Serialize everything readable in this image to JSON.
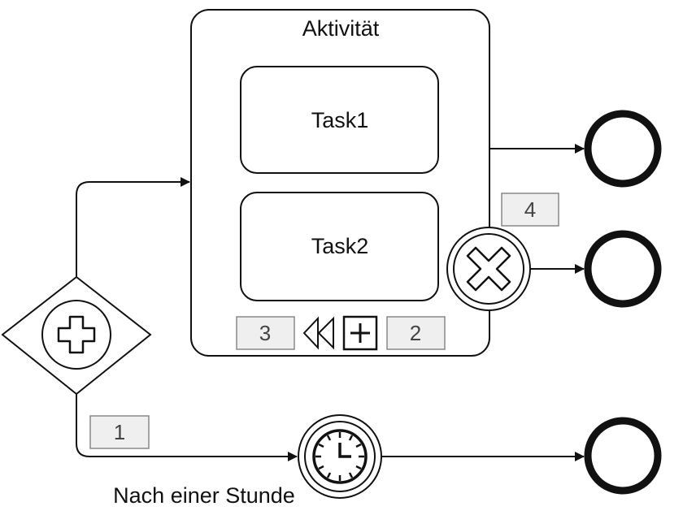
{
  "diagram": {
    "subprocess": {
      "title": "Aktivität"
    },
    "tasks": [
      {
        "label": "Task1"
      },
      {
        "label": "Task2"
      }
    ],
    "markers": {
      "loop_count": "3",
      "instance_count": "2",
      "boundary_label": "4",
      "timer_flow_label": "1"
    },
    "timer_event": {
      "label": "Nach einer Stunde"
    },
    "icons": {
      "gateway": "parallel-gateway-plus-icon",
      "boundary": "cancel-x-icon",
      "timer": "clock-icon",
      "loop": "rewind-icon",
      "expand": "plus-icon",
      "end": "end-event-circle-icon"
    }
  }
}
